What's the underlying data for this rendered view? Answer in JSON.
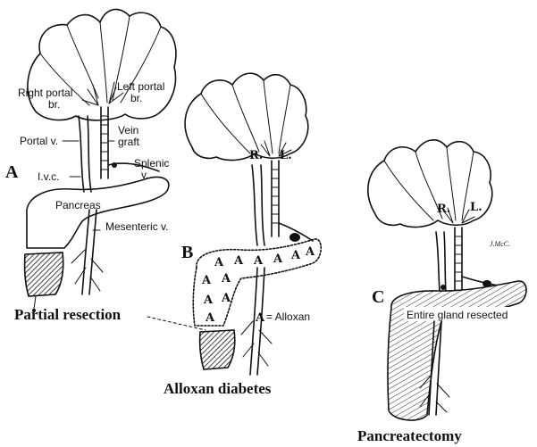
{
  "panels": {
    "a": {
      "letter": "A",
      "labels": {
        "right_portal": "Right portal",
        "right_portal_br": "br.",
        "left_portal": "Left portal",
        "left_portal_br": "br.",
        "portal_v": "Portal v.",
        "vein": "Vein",
        "graft": "graft",
        "splenic": "Splenic",
        "splenic_v": "v.",
        "ivc": "I.v.c.",
        "pancreas": "Pancreas",
        "mesenteric_v": "Mesenteric v."
      },
      "caption": "Partial resection"
    },
    "b": {
      "letter": "B",
      "r": "R.",
      "l": "L.",
      "alloxan_symbol": "A",
      "alloxan_legend": "= Alloxan",
      "caption": "Alloxan diabetes"
    },
    "c": {
      "letter": "C",
      "r": "R.",
      "l": "L.",
      "signature": "J.McC.",
      "gland_label": "Entire gland resected",
      "caption": "Pancreatectomy"
    }
  }
}
